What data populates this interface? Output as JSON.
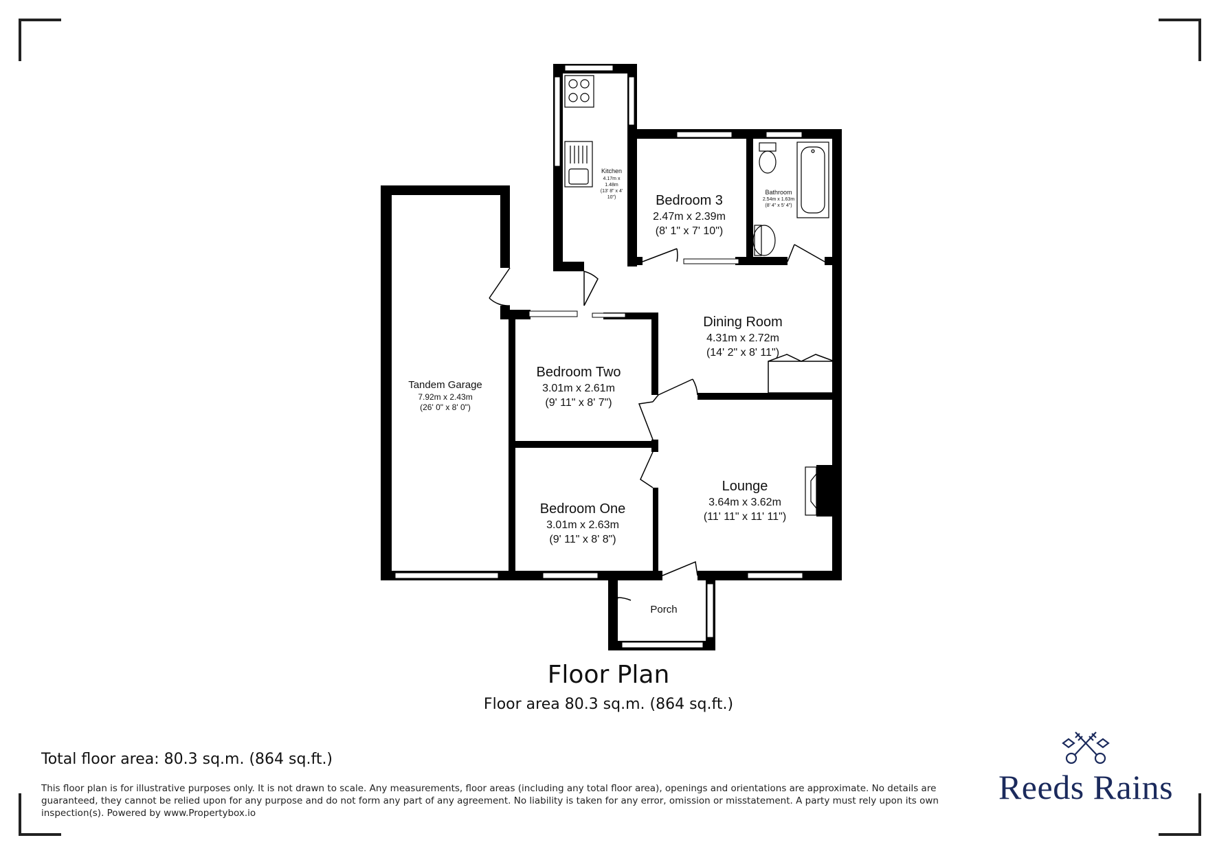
{
  "rooms": {
    "kitchen": {
      "name": "Kitchen",
      "dims_m": "4.17m x",
      "dims_m2": "1.48m",
      "dims_ft": "(13' 8\" x 4'",
      "dims_ft2": "10\")"
    },
    "bedroom3": {
      "name": "Bedroom 3",
      "dims_m": "2.47m x 2.39m",
      "dims_ft": "(8' 1\" x 7' 10\")"
    },
    "bathroom": {
      "name": "Bathroom",
      "dims_m": "2.54m x 1.63m",
      "dims_ft": "(8' 4\" x 5' 4\")"
    },
    "dining": {
      "name": "Dining Room",
      "dims_m": "4.31m x 2.72m",
      "dims_ft": "(14' 2\" x 8' 11\")"
    },
    "garage": {
      "name": "Tandem Garage",
      "dims_m": "7.92m x 2.43m",
      "dims_ft": "(26' 0\" x 8' 0\")"
    },
    "bedroom_two": {
      "name": "Bedroom Two",
      "dims_m": "3.01m x 2.61m",
      "dims_ft": "(9' 11\" x 8' 7\")"
    },
    "lounge": {
      "name": "Lounge",
      "dims_m": "3.64m x 3.62m",
      "dims_ft": "(11' 11\" x 11' 11\")"
    },
    "bedroom_one": {
      "name": "Bedroom One",
      "dims_m": "3.01m x 2.63m",
      "dims_ft": "(9' 11\" x 8' 8\")"
    },
    "porch": {
      "name": "Porch"
    }
  },
  "plan_title": "Floor Plan",
  "plan_area": "Floor area 80.3 sq.m. (864 sq.ft.)",
  "total_area": "Total floor area: 80.3 sq.m. (864 sq.ft.)",
  "disclaimer": "This floor plan is for illustrative purposes only. It is not drawn to scale. Any measurements, floor areas (including any total floor area), openings and orientations are approximate. No details are guaranteed, they cannot be relied upon for any purpose and do not form any part of any agreement. No liability is taken for any error, omission or misstatement. A party must rely upon its own inspection(s). Powered by www.Propertybox.io",
  "brand": {
    "name": "Reeds Rains",
    "color": "#1b2a5c",
    "logo_icon": "crossed-keys-icon"
  },
  "colors": {
    "wall": "#000000",
    "window": "#ffffff"
  }
}
